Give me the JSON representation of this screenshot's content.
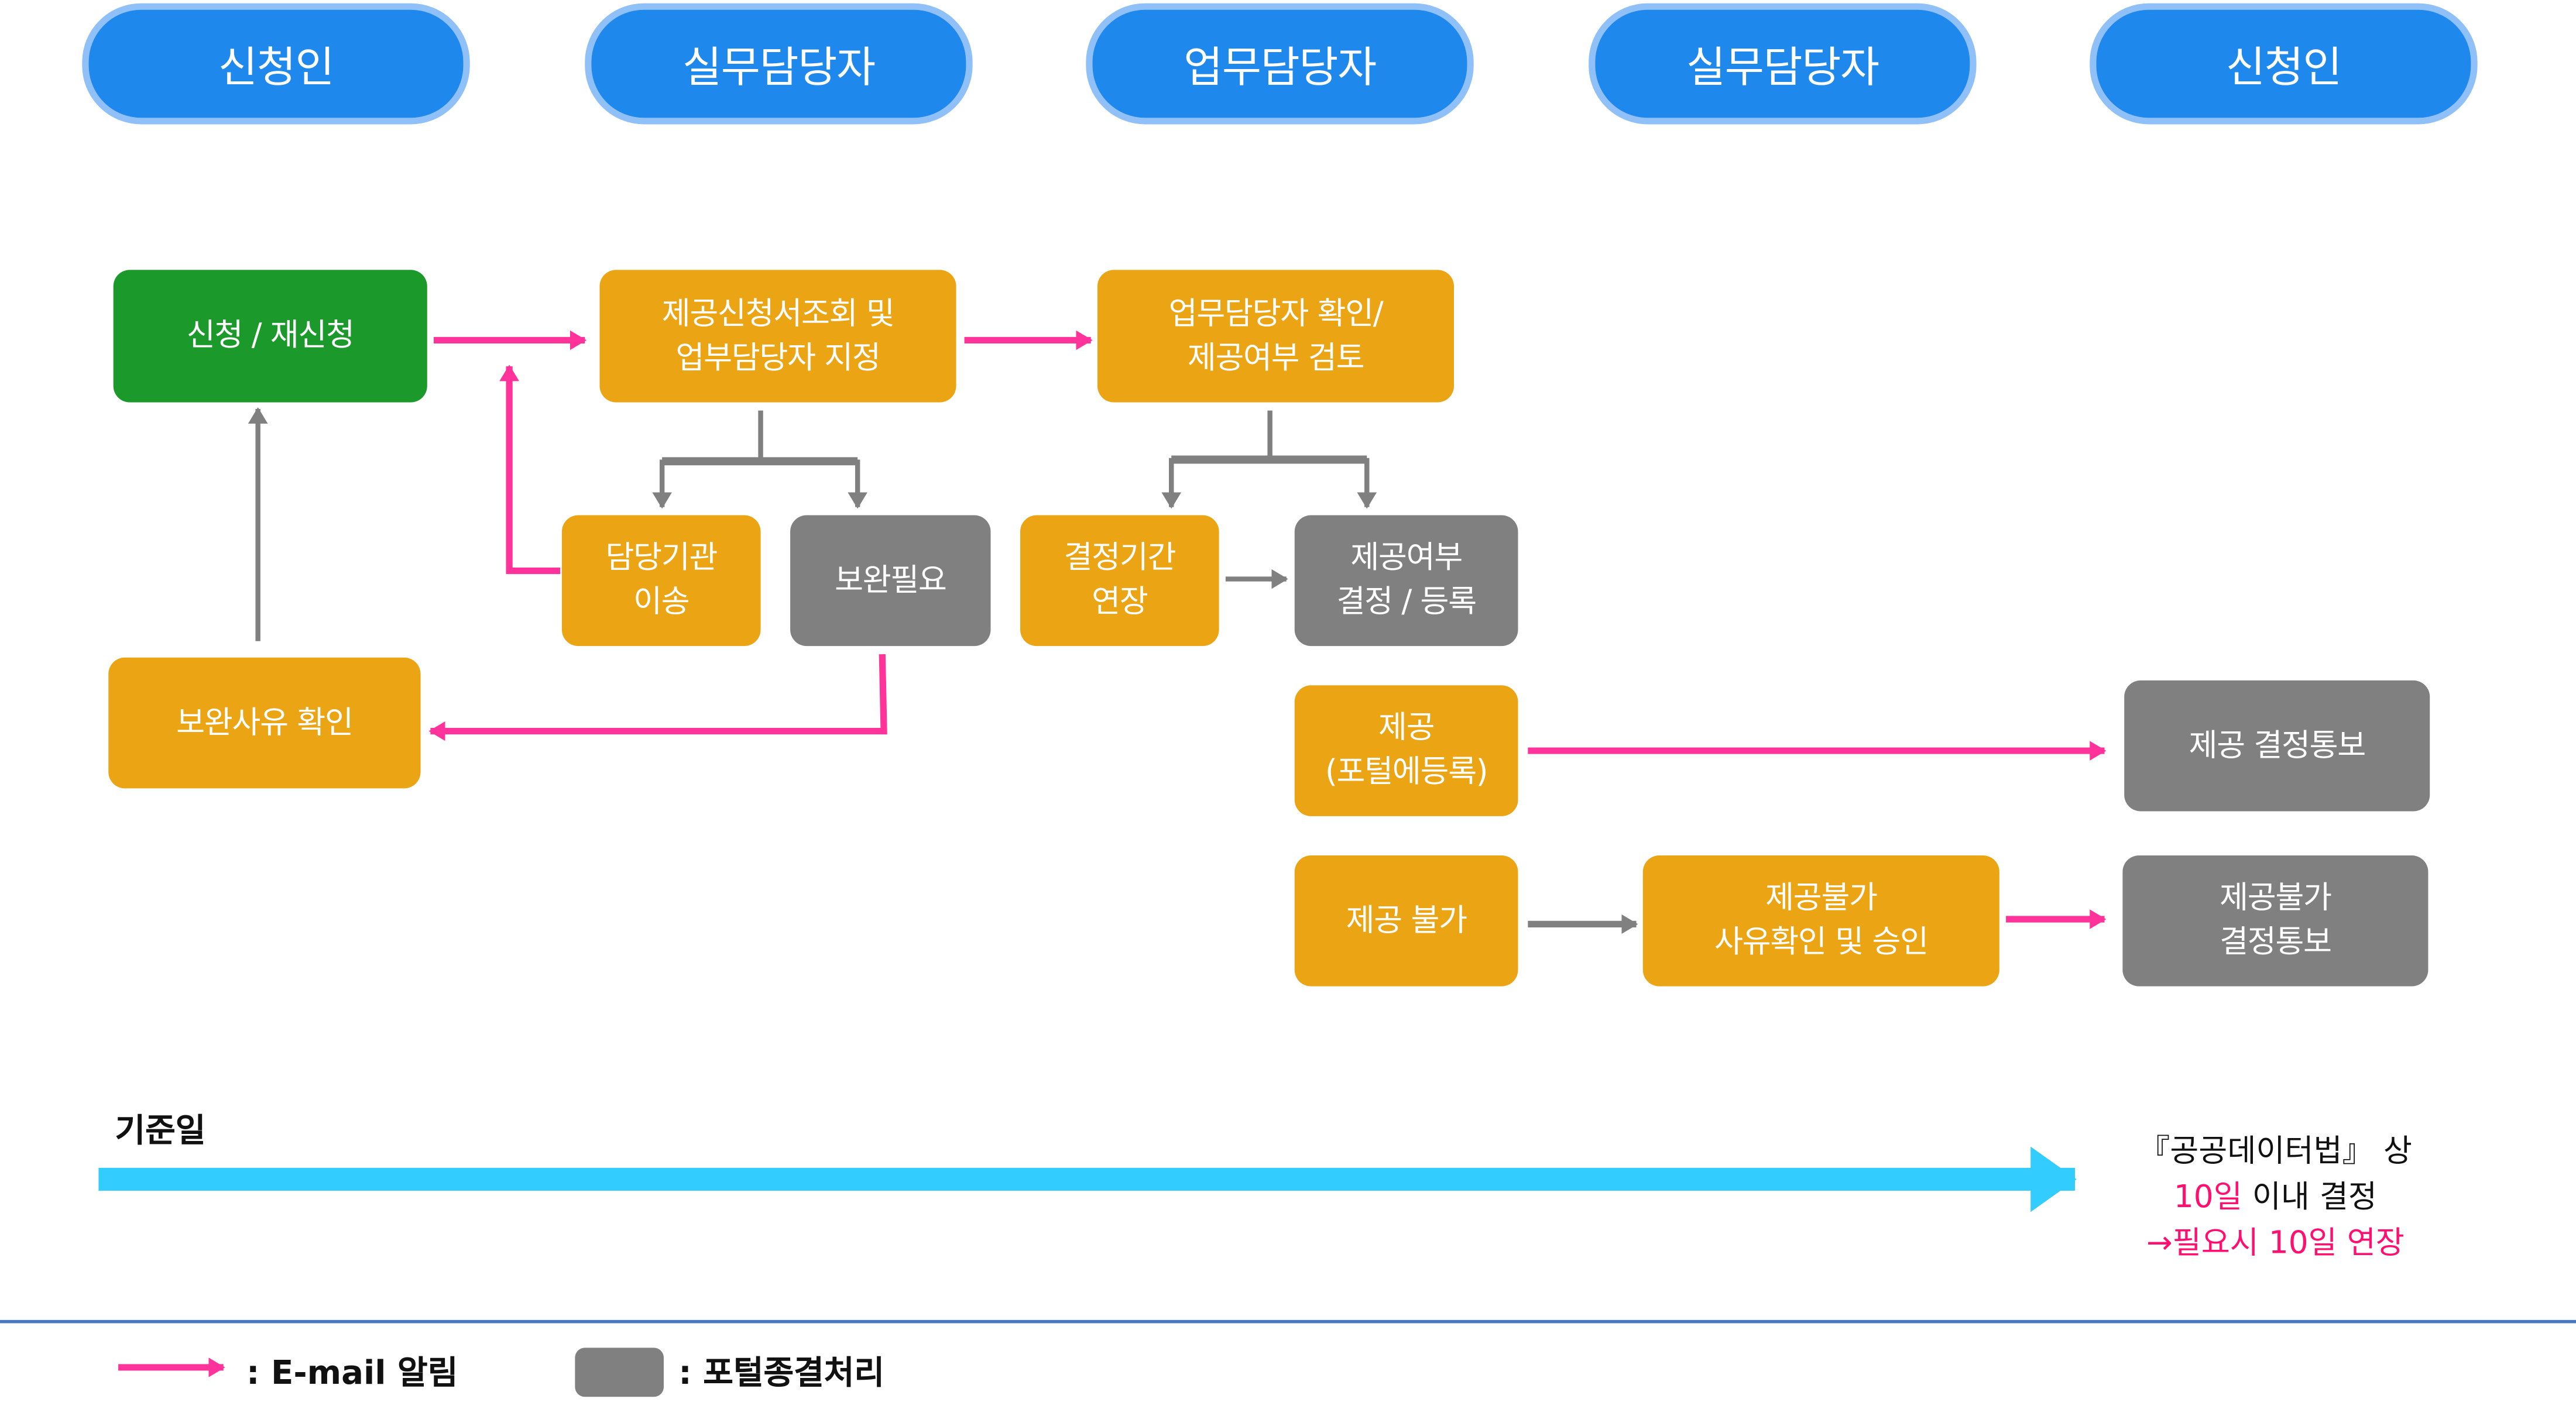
{
  "lanes": [
    {
      "label": "신청인"
    },
    {
      "label": "실무담당자"
    },
    {
      "label": "업무담당자"
    },
    {
      "label": "실무담당자"
    },
    {
      "label": "신청인"
    }
  ],
  "boxes": {
    "apply": "신청 / 재신청",
    "lookup": "제공신청서조회 및\n업부담당자 지정",
    "review": "업무담당자 확인/\n제공여부 검토",
    "transfer": "담당기관\n이송",
    "supplement_needed": "보완필요",
    "extend": "결정기간\n연장",
    "decide_register": "제공여부\n결정 / 등록",
    "supplement_confirm": "보완사유 확인",
    "provide": "제공\n(포털에등록)",
    "provide_notice": "제공 결정통보",
    "not_provide": "제공 불가",
    "not_provide_approve": "제공불가\n사유확인 및 승인",
    "not_provide_notice": "제공불가\n결정통보"
  },
  "timeline": {
    "label": "기준일",
    "note_line1": "『공공데이터법』 상",
    "note_line2_highlight": "10일",
    "note_line2_rest": " 이내 결정",
    "note_line3": "→필요시 10일 연장"
  },
  "legend": {
    "email_label": ": E-mail 알림",
    "portal_label": ": 포털종결처리"
  },
  "colors": {
    "lane_fill": "#1f88ec",
    "lane_border": "#8fc0f8",
    "green": "#1b992b",
    "orange": "#eba514",
    "gray": "#808080",
    "email_arrow": "#ff3399",
    "timeline_arrow": "#33ccff",
    "highlight_text": "#ff0f6f"
  }
}
